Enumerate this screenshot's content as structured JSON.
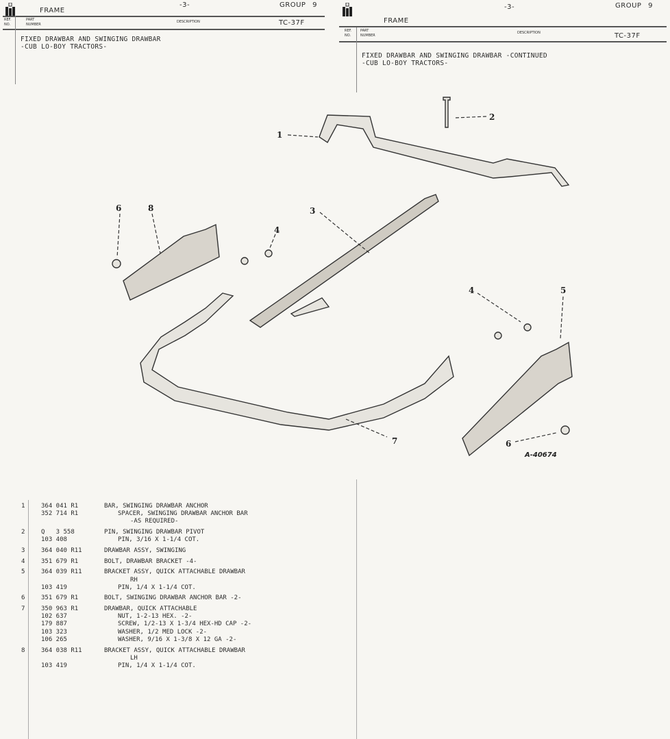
{
  "pages": [
    {
      "section": "FRAME",
      "page_no": "-3-",
      "group": "GROUP 9",
      "col_ref": "REF. NO.",
      "col_ref1": "REF.",
      "col_ref2": "NO.",
      "col_part1": "PART",
      "col_part2": "NUMBER",
      "col_desc": "DESCRIPTION",
      "code": "TC-37F",
      "title1": "FIXED DRAWBAR AND SWINGING DRAWBAR",
      "title2": "-CUB LO-BOY TRACTORS-"
    },
    {
      "section": "FRAME",
      "page_no": "-3-",
      "group": "GROUP 9",
      "col_ref1": "REF.",
      "col_ref2": "NO.",
      "col_part1": "PART",
      "col_part2": "NUMBER",
      "col_desc": "DESCRIPTION",
      "code": "TC-37F",
      "title1": "FIXED DRAWBAR AND SWINGING DRAWBAR  -CONTINUED",
      "title2": "-CUB LO-BOY TRACTORS-"
    }
  ],
  "figure": {
    "label": "A-40674",
    "callouts": [
      "1",
      "2",
      "3",
      "4",
      "6",
      "8",
      "4",
      "5",
      "7",
      "6"
    ]
  },
  "parts": [
    {
      "rows": [
        {
          "ref": "1",
          "part": "364 041 R1",
          "desc": "BAR, SWINGING DRAWBAR ANCHOR",
          "level": 0
        },
        {
          "ref": "",
          "part": "352 714 R1",
          "desc": "SPACER, SWINGING DRAWBAR ANCHOR BAR",
          "level": 1
        },
        {
          "ref": "",
          "part": "",
          "desc": "-AS REQUIRED-",
          "level": 2
        }
      ]
    },
    {
      "rows": [
        {
          "ref": "2",
          "part": "Q   3 558",
          "desc": "PIN, SWINGING DRAWBAR PIVOT",
          "level": 0
        },
        {
          "ref": "",
          "part": "103 408",
          "desc": "PIN, 3/16 X 1-1/4 COT.",
          "level": 1
        }
      ]
    },
    {
      "rows": [
        {
          "ref": "3",
          "part": "364 040 R11",
          "desc": "DRAWBAR ASSY, SWINGING",
          "level": 0
        }
      ]
    },
    {
      "rows": [
        {
          "ref": "4",
          "part": "351 679 R1",
          "desc": "BOLT, DRAWBAR BRACKET -4-",
          "level": 0
        }
      ]
    },
    {
      "rows": [
        {
          "ref": "5",
          "part": "364 039 R11",
          "desc": "BRACKET ASSY, QUICK ATTACHABLE DRAWBAR",
          "level": 0
        },
        {
          "ref": "",
          "part": "",
          "desc": "RH",
          "level": 2
        },
        {
          "ref": "",
          "part": "103 419",
          "desc": "PIN, 1/4 X 1-1/4 COT.",
          "level": 1
        }
      ]
    },
    {
      "rows": [
        {
          "ref": "6",
          "part": "351 679 R1",
          "desc": "BOLT, SWINGING DRAWBAR ANCHOR BAR -2-",
          "level": 0
        }
      ]
    },
    {
      "rows": [
        {
          "ref": "7",
          "part": "350 963 R1",
          "desc": "DRAWBAR, QUICK ATTACHABLE",
          "level": 0
        },
        {
          "ref": "",
          "part": "102 637",
          "desc": "NUT, 1-2-13 HEX. -2-",
          "level": 1
        },
        {
          "ref": "",
          "part": "179 887",
          "desc": "SCREW, 1/2-13 X 1-3/4 HEX-HD CAP -2-",
          "level": 1
        },
        {
          "ref": "",
          "part": "103 323",
          "desc": "WASHER, 1/2 MED LOCK -2-",
          "level": 1
        },
        {
          "ref": "",
          "part": "106 265",
          "desc": "WASHER, 9/16 X 1-3/8 X 12 GA -2-",
          "level": 1
        }
      ]
    },
    {
      "rows": [
        {
          "ref": "8",
          "part": "364 038 R11",
          "desc": "BRACKET ASSY, QUICK ATTACHABLE DRAWBAR",
          "level": 0
        },
        {
          "ref": "",
          "part": "",
          "desc": "LH",
          "level": 2
        },
        {
          "ref": "",
          "part": "103 419",
          "desc": "PIN, 1/4 X 1-1/4 COT.",
          "level": 1
        }
      ]
    }
  ]
}
